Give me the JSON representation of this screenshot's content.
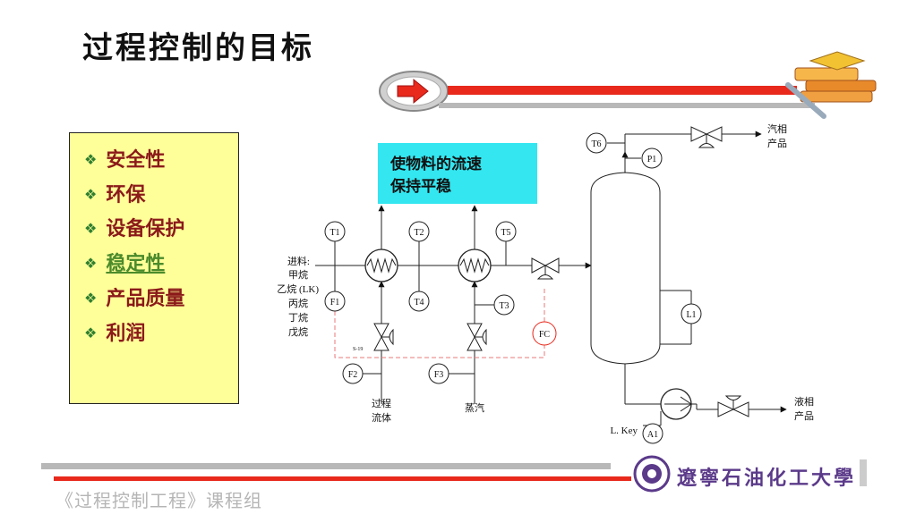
{
  "title": "过程控制的目标",
  "goals": [
    "安全性",
    "环保",
    "设备保护",
    "稳定性",
    "产品质量",
    "利润"
  ],
  "note": [
    "使物料的流速",
    "保持平稳"
  ],
  "diagram": {
    "feed_label": "进料:",
    "feed_components": [
      "甲烷",
      "乙烷 (LK)",
      "丙烷",
      "丁烷",
      "戊烷"
    ],
    "instruments": {
      "t1": "T1",
      "t2": "T2",
      "t3": "T3",
      "t4": "T4",
      "t5": "T5",
      "t6": "T6",
      "f1": "F1",
      "f2": "F2",
      "f3": "F3",
      "p1": "P1",
      "l1": "L1",
      "fc": "FC",
      "a1": "A1"
    },
    "valve_tag": "S-19",
    "process_fluid": [
      "过程",
      "流体"
    ],
    "steam": "蒸汽",
    "vapor_product": [
      "汽相",
      "产品"
    ],
    "liquid_product": [
      "液相",
      "产品"
    ],
    "lkey": "L. Key"
  },
  "footer": "《过程控制工程》课程组",
  "university": "遼寧石油化工大學",
  "colors": {
    "goal_text": "#8b1a1a",
    "active_goal": "#4b8b2b",
    "box_fill": "#ffff99",
    "note_fill": "#33e6f0",
    "bar_red": "#e8291c",
    "signal_red": "#e87878"
  }
}
